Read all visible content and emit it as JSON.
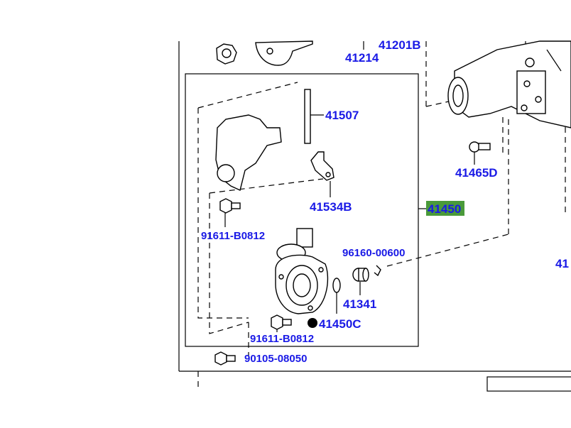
{
  "colors": {
    "label": "#1a1ae6",
    "highlight": "#4a9a3a",
    "line": "#000000"
  },
  "parts": {
    "p41201B": "41201B",
    "p41214": "41214",
    "p41507": "41507",
    "p41534B": "41534B",
    "p41450": "41450",
    "p41465D": "41465D",
    "p91611_top": "91611-B0812",
    "p96160": "96160-00600",
    "p41341": "41341",
    "p41450C": "41450C",
    "p91611_bot": "91611-B0812",
    "p90105": "90105-08050",
    "p41_cut": "41"
  },
  "selected_part": "41450"
}
